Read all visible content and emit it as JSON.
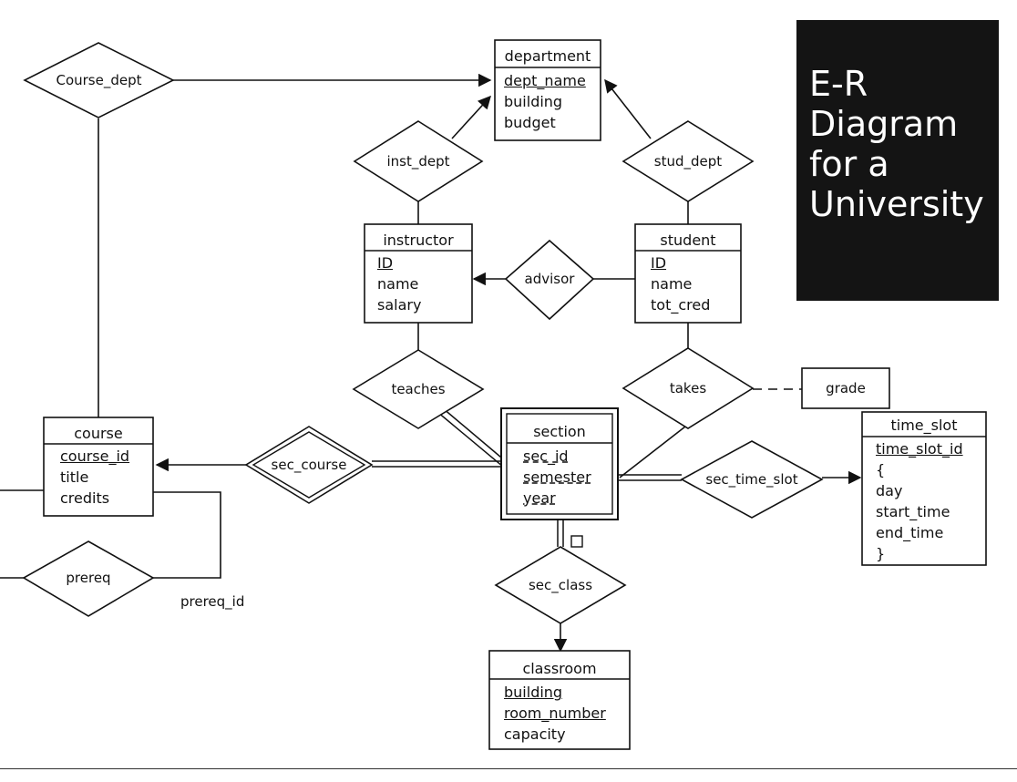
{
  "title": "E-R\nDiagram\nfor a\nUniversity",
  "entities": {
    "department": {
      "name": "department",
      "attributes": [
        "dept_name",
        "building",
        "budget"
      ]
    },
    "instructor": {
      "name": "instructor",
      "attributes": [
        "ID",
        "name",
        "salary"
      ]
    },
    "student": {
      "name": "student",
      "attributes": [
        "ID",
        "name",
        "tot_cred"
      ]
    },
    "course": {
      "name": "course",
      "attributes": [
        "course_id",
        "title",
        "credits"
      ]
    },
    "section": {
      "name": "section",
      "attributes": [
        "sec_id",
        "semester",
        "year"
      ]
    },
    "time_slot": {
      "name": "time_slot",
      "attributes": [
        "time_slot_id",
        "{",
        "day",
        "start_time",
        "end_time",
        "}"
      ]
    },
    "classroom": {
      "name": "classroom",
      "attributes": [
        "building",
        "room_number",
        "capacity"
      ]
    }
  },
  "relationships": {
    "course_dept": "Course_dept",
    "inst_dept": "inst_dept",
    "stud_dept": "stud_dept",
    "advisor": "advisor",
    "teaches": "teaches",
    "takes": "takes",
    "sec_course": "sec_course",
    "sec_time_slot": "sec_time_slot",
    "sec_class": "sec_class",
    "prereq": "prereq"
  },
  "labels": {
    "grade": "grade",
    "prereq_id": "prereq_id"
  }
}
